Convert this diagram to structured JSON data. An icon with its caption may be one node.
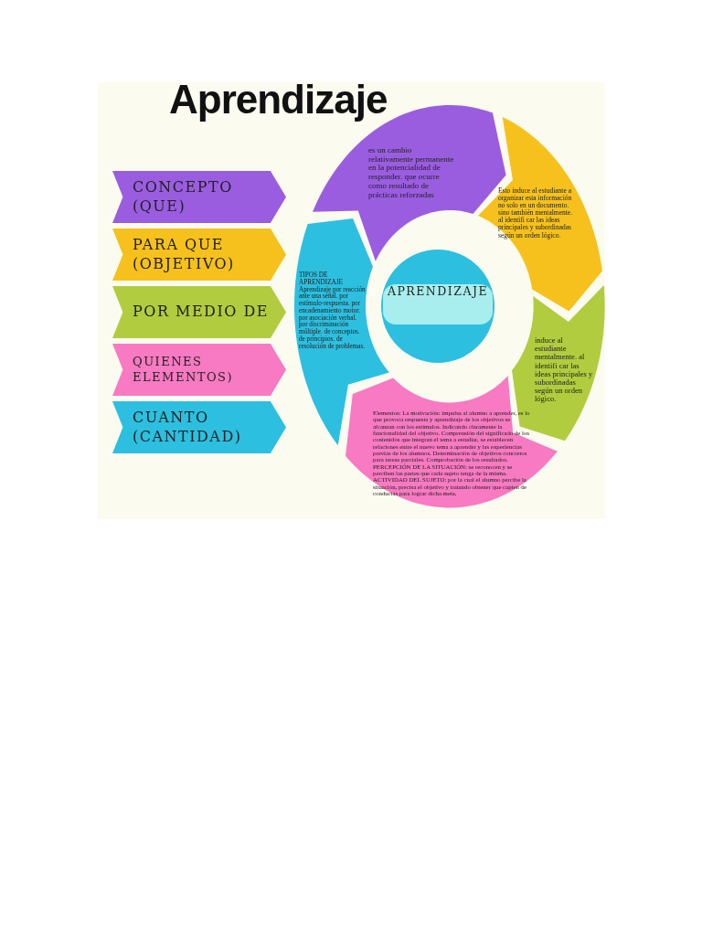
{
  "diagram": {
    "title": "Aprendizaje",
    "nodes": [
      {
        "text": [
          "CONCEPTO (QUE)"
        ]
      },
      {
        "text": [
          "PARA QUE (OBJETIVO)"
        ]
      },
      {
        "text": [
          "POR MEDIO DE"
        ]
      },
      {
        "text": [
          "QUIENES ELEMENTOS)"
        ]
      },
      {
        "text": [
          "CUANTO (CANTIDAD)"
        ]
      },
      {
        "text": [
          "es un cambio relativamente permanente en la potencialidad de responder. que ocurre como resultado de prácticas reforzadas"
        ]
      },
      {
        "text": [
          "Esto induce al estudiante a organizar esta información no solo en un documento. sino también mentalmente. al identifi car las ideas principales y subordinadas según un orden lógico."
        ]
      },
      {
        "text": [
          "induce al estudiante mentalmente. al identifi car las ideas principales y subordinadas según un orden lógico."
        ]
      },
      {
        "text": [
          "Elementos: La motivación: impulsa al alumno a aprender, es lo que provoca respuesta y aprendizaje de los objetivos se alcanzan con los estímulos. Indicando claramente la funcionalidad del objetivo. Comprensión del significado de los contenidos que integran el tema a estudiar, se establecen relaciones entre el nuevo tema a aprender y las experiencias previas de los alumnos. Determinación de objetivos concretos para tareas parciales. Comprobación de los resultados. PERCEPCIÓN DE LA SITUACIÓN: se reconocen y se perciben las partes que cada sujeto tenga de la misma. ACTIVIDAD DEL SUJETO: por la cual el alumno percibe la situación, precisa el objetivo y tratando obtener que capten de conductas para lograr dicha meta."
        ]
      },
      {
        "text": [
          "TIPOS DE APRENDIZAJE Aprendizaje por reacción ante una señal. por estímulo-respuesta. por encadenamiento motor. por asociación verbal. por discriminación múltiple. de conceptos. de principios. de resolución de problemas."
        ]
      },
      {
        "text": [
          "APRENDIZAJE"
        ]
      }
    ]
  }
}
